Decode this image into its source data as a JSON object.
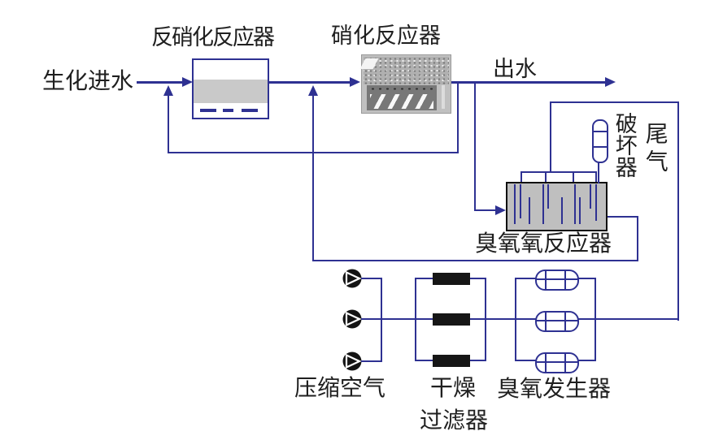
{
  "diagram": {
    "type": "process-flow-diagram",
    "labels": {
      "influent": "生化进水",
      "denitrification_reactor": "反硝化反应器",
      "nitrification_reactor": "硝化反应器",
      "effluent": "出水",
      "ozone_reactor": "臭氧氧反应器",
      "destructor": "破坏器",
      "tail_gas": "尾气",
      "compressed_air": "压缩空气",
      "drying_filter_line1": "干燥",
      "drying_filter_line2": "过滤器",
      "ozone_generator": "臭氧发生器"
    },
    "colors": {
      "pipe_blue": "#2e3192",
      "tank_fill_gray": "#bfbfbf",
      "clarifier_band_gray": "#c9c9c9",
      "filter_bar_black": "#161616",
      "text_color": "#1f1f1f",
      "background": "#ffffff"
    }
  }
}
